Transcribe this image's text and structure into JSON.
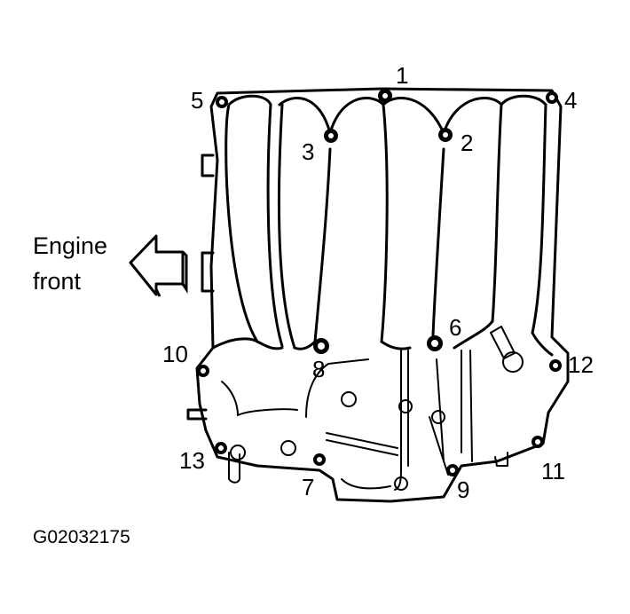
{
  "diagram": {
    "bolt_labels": [
      "1",
      "2",
      "3",
      "4",
      "5",
      "6",
      "7",
      "8",
      "9",
      "10",
      "11",
      "12",
      "13"
    ],
    "direction_label_line1": "Engine",
    "direction_label_line2": "front",
    "figure_code": "G02032175"
  }
}
